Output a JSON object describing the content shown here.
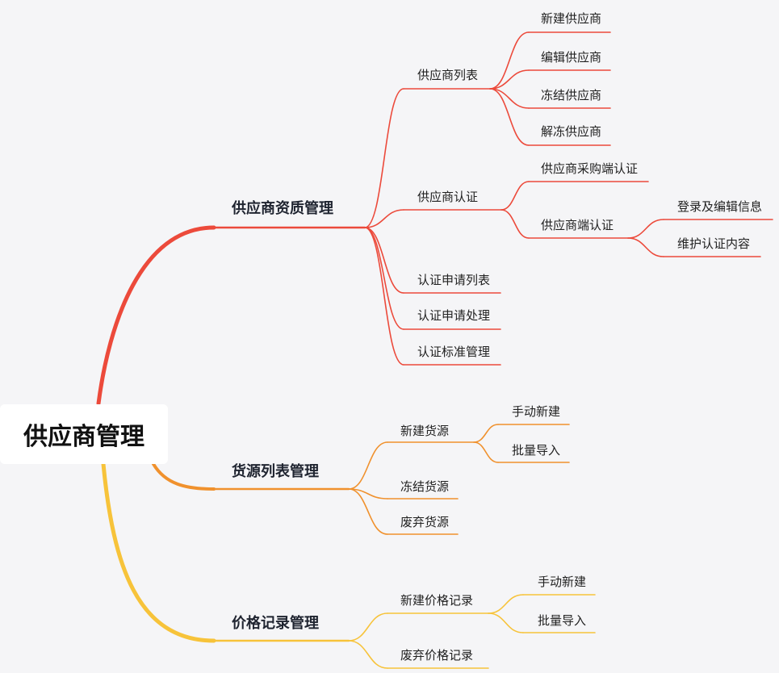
{
  "root": "供应商管理",
  "colors": {
    "branch1": "#ec4a3b",
    "branch2": "#f0912d",
    "branch3": "#f7c33a",
    "background": "#f5f5f7",
    "text": "#222222"
  },
  "branches": [
    {
      "label": "供应商资质管理",
      "children": [
        {
          "label": "供应商列表",
          "children": [
            {
              "label": "新建供应商"
            },
            {
              "label": "编辑供应商"
            },
            {
              "label": "冻结供应商"
            },
            {
              "label": "解冻供应商"
            }
          ]
        },
        {
          "label": "供应商认证",
          "children": [
            {
              "label": "供应商采购端认证"
            },
            {
              "label": "供应商端认证",
              "children": [
                {
                  "label": "登录及编辑信息"
                },
                {
                  "label": "维护认证内容"
                }
              ]
            }
          ]
        },
        {
          "label": "认证申请列表"
        },
        {
          "label": "认证申请处理"
        },
        {
          "label": "认证标准管理"
        }
      ]
    },
    {
      "label": "货源列表管理",
      "children": [
        {
          "label": "新建货源",
          "children": [
            {
              "label": "手动新建"
            },
            {
              "label": "批量导入"
            }
          ]
        },
        {
          "label": "冻结货源"
        },
        {
          "label": "废弃货源"
        }
      ]
    },
    {
      "label": "价格记录管理",
      "children": [
        {
          "label": "新建价格记录",
          "children": [
            {
              "label": "手动新建"
            },
            {
              "label": "批量导入"
            }
          ]
        },
        {
          "label": "废弃价格记录"
        }
      ]
    }
  ]
}
